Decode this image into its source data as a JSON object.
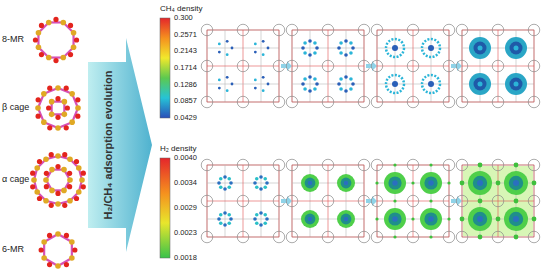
{
  "diagram": {
    "labels": [
      "8-MR",
      "β cage",
      "α cage",
      "6-MR",
      "H₂/CH₄ adsorption evolution",
      "CH₄ density",
      "0.300",
      "0.2571",
      "0.2143",
      "0.1714",
      "0.1286",
      "0.0857",
      "0.0429",
      "H₂ density",
      "0.0040",
      "0.0034",
      "0.0029",
      "0.0023",
      "0.0018"
    ]
  }
}
